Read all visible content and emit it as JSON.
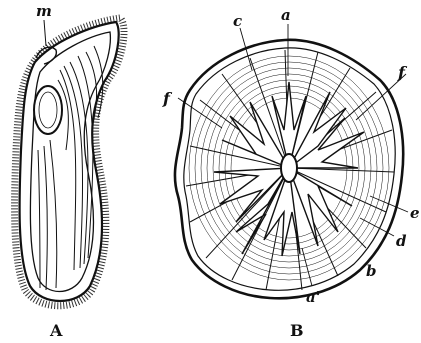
{
  "figure_a": {
    "caption": "A",
    "labels": {
      "m": "m"
    }
  },
  "figure_b": {
    "caption": "B",
    "labels": {
      "a": "a",
      "c": "c",
      "f_left": "f",
      "f_right": "f",
      "e": "e",
      "d": "d",
      "b": "b",
      "a_prime": "a'"
    }
  },
  "colors": {
    "ink": "#111111",
    "paper": "#ffffff"
  }
}
